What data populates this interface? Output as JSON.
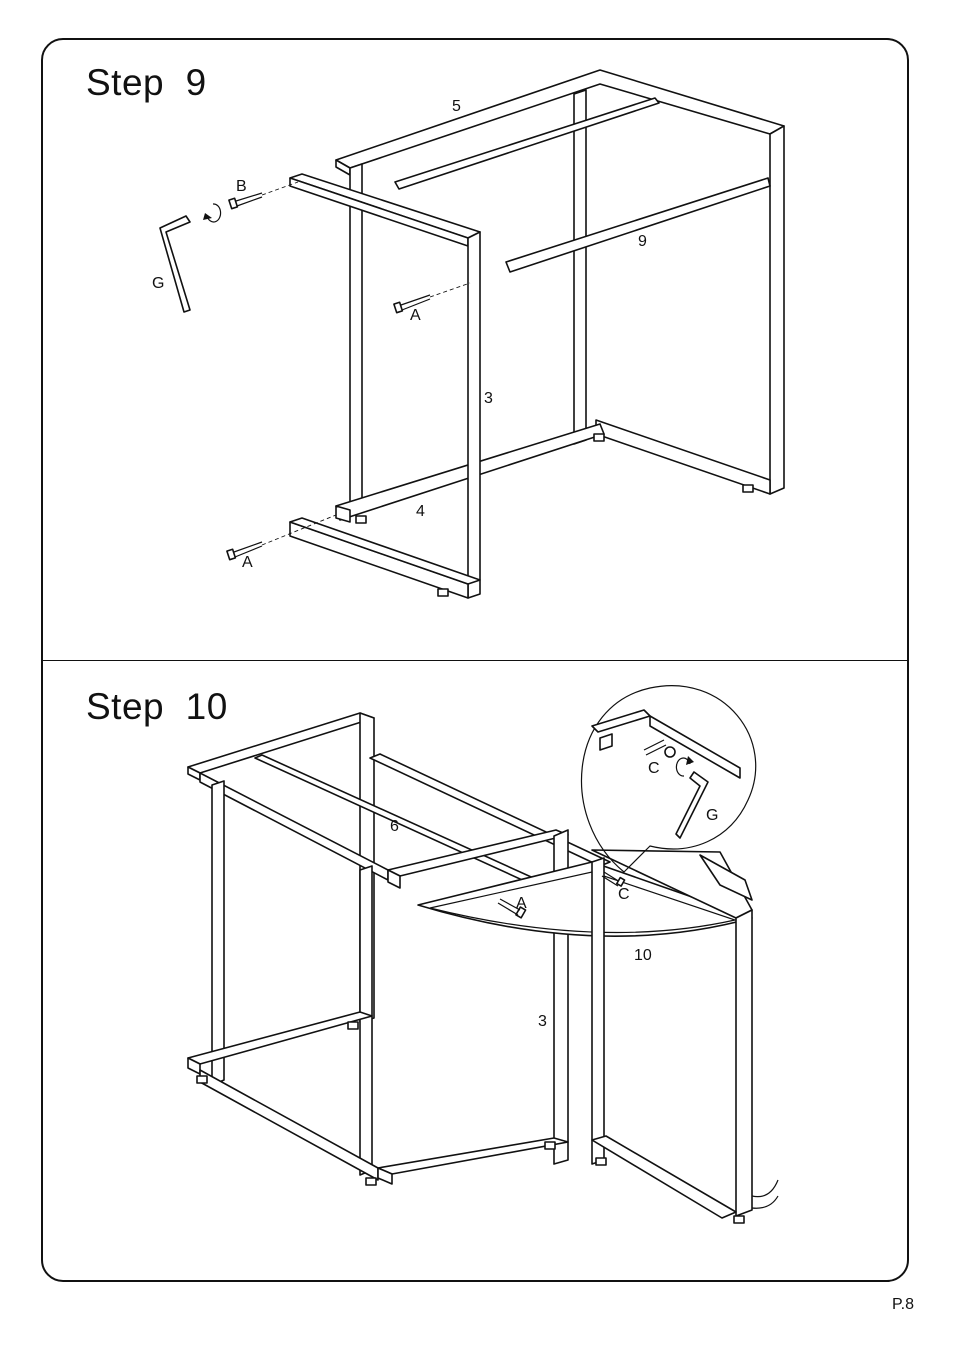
{
  "step9": {
    "title": "Step  9",
    "labels": {
      "part5": "5",
      "part9": "9",
      "part3": "3",
      "part4": "4",
      "screwB": "B",
      "screwA_top": "A",
      "screwA_bottom": "A",
      "wrenchG": "G"
    }
  },
  "step10": {
    "title": "Step  10",
    "labels": {
      "part6": "6",
      "part3": "3",
      "part10": "10",
      "screwA": "A",
      "screwC": "C",
      "detailC": "C",
      "detailG": "G"
    }
  },
  "page": {
    "number": "P.8"
  }
}
